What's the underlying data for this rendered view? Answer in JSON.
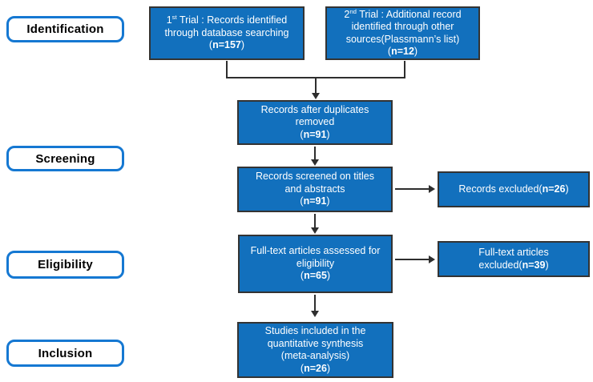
{
  "colors": {
    "box_fill": "#1270BD",
    "box_border": "#333333",
    "label_border": "#1578D2",
    "arrow": "#2E2E2E",
    "text_on_box": "#FFFFFF",
    "label_text": "#000000"
  },
  "stages": [
    "Identification",
    "Screening",
    "Eligibility",
    "Inclusion"
  ],
  "nodes": {
    "trial1": {
      "base": "1",
      "sup": "st",
      "line1_rest": " Trial : Records identified",
      "line2": "through database searching",
      "count_pre": "(",
      "count_bold": "n=157",
      "count_post": ")"
    },
    "trial2": {
      "base": "2",
      "sup": "nd",
      "line1_rest": " Trial : Additional record",
      "line2": "identified through other",
      "line3": "sources(Plassmann’s list)",
      "count_pre": "(",
      "count_bold": "n=12",
      "count_post": ")"
    },
    "duplicates": {
      "line1": "Records after duplicates",
      "line2": "removed",
      "count_pre": "(",
      "count_bold": "n=91",
      "count_post": ")"
    },
    "screened": {
      "line1": "Records screened on titles",
      "line2": "and abstracts",
      "count_pre": "(",
      "count_bold": "n=91",
      "count_post": ")"
    },
    "fulltext": {
      "line1": "Full-text articles assessed for",
      "line2": "eligibility",
      "count_pre": "(",
      "count_bold": "n=65",
      "count_post": ")"
    },
    "studies": {
      "line1": "Studies included in the",
      "line2": "quantitative synthesis",
      "line3": "(meta-analysis)",
      "count_pre": "(",
      "count_bold": "n=26",
      "count_post": ")"
    },
    "excluded_records": {
      "pre": "Records excluded(",
      "bold": "n=26",
      "post": ")"
    },
    "excluded_fulltext": {
      "line1": "Full-text articles",
      "pre": "excluded(",
      "bold": "n=39",
      "post": ")"
    }
  }
}
